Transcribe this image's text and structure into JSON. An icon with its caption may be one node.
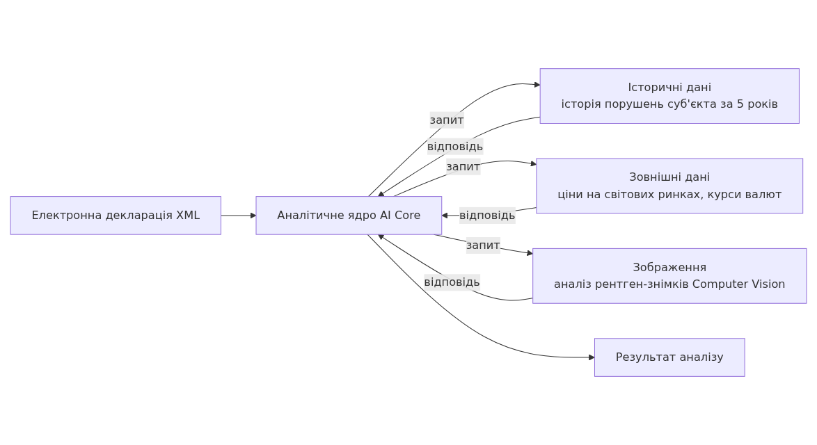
{
  "diagram": {
    "nodes": [
      {
        "text": [
          "Електронна декларація XML"
        ]
      },
      {
        "text": [
          "Аналітичне ядро AI Core"
        ]
      },
      {
        "text": [
          "Історичні дані",
          "історія порушень суб'єкта за 5 років"
        ]
      },
      {
        "text": [
          "Зовнішні дані",
          "ціни на світових ринках, курси валют"
        ]
      },
      {
        "text": [
          "Зображення",
          "аналіз рентген-знімків Computer Vision"
        ]
      },
      {
        "text": [
          "Результат аналізу"
        ]
      }
    ],
    "edges": [
      {
        "from": 0,
        "to": 1,
        "arrow": "to"
      },
      {
        "from": 1,
        "to": 2,
        "arrow": "to",
        "label": "запит"
      },
      {
        "from": 2,
        "to": 1,
        "arrow": "to",
        "label": "відповідь"
      },
      {
        "from": 1,
        "to": 3,
        "arrow": "to",
        "label": "запит"
      },
      {
        "from": 3,
        "to": 1,
        "arrow": "to",
        "label": "відповідь"
      },
      {
        "from": 1,
        "to": 4,
        "arrow": "to",
        "label": "запит"
      },
      {
        "from": 4,
        "to": 1,
        "arrow": "to",
        "label": "відповідь"
      },
      {
        "from": 1,
        "to": 5,
        "arrow": "to"
      }
    ]
  }
}
